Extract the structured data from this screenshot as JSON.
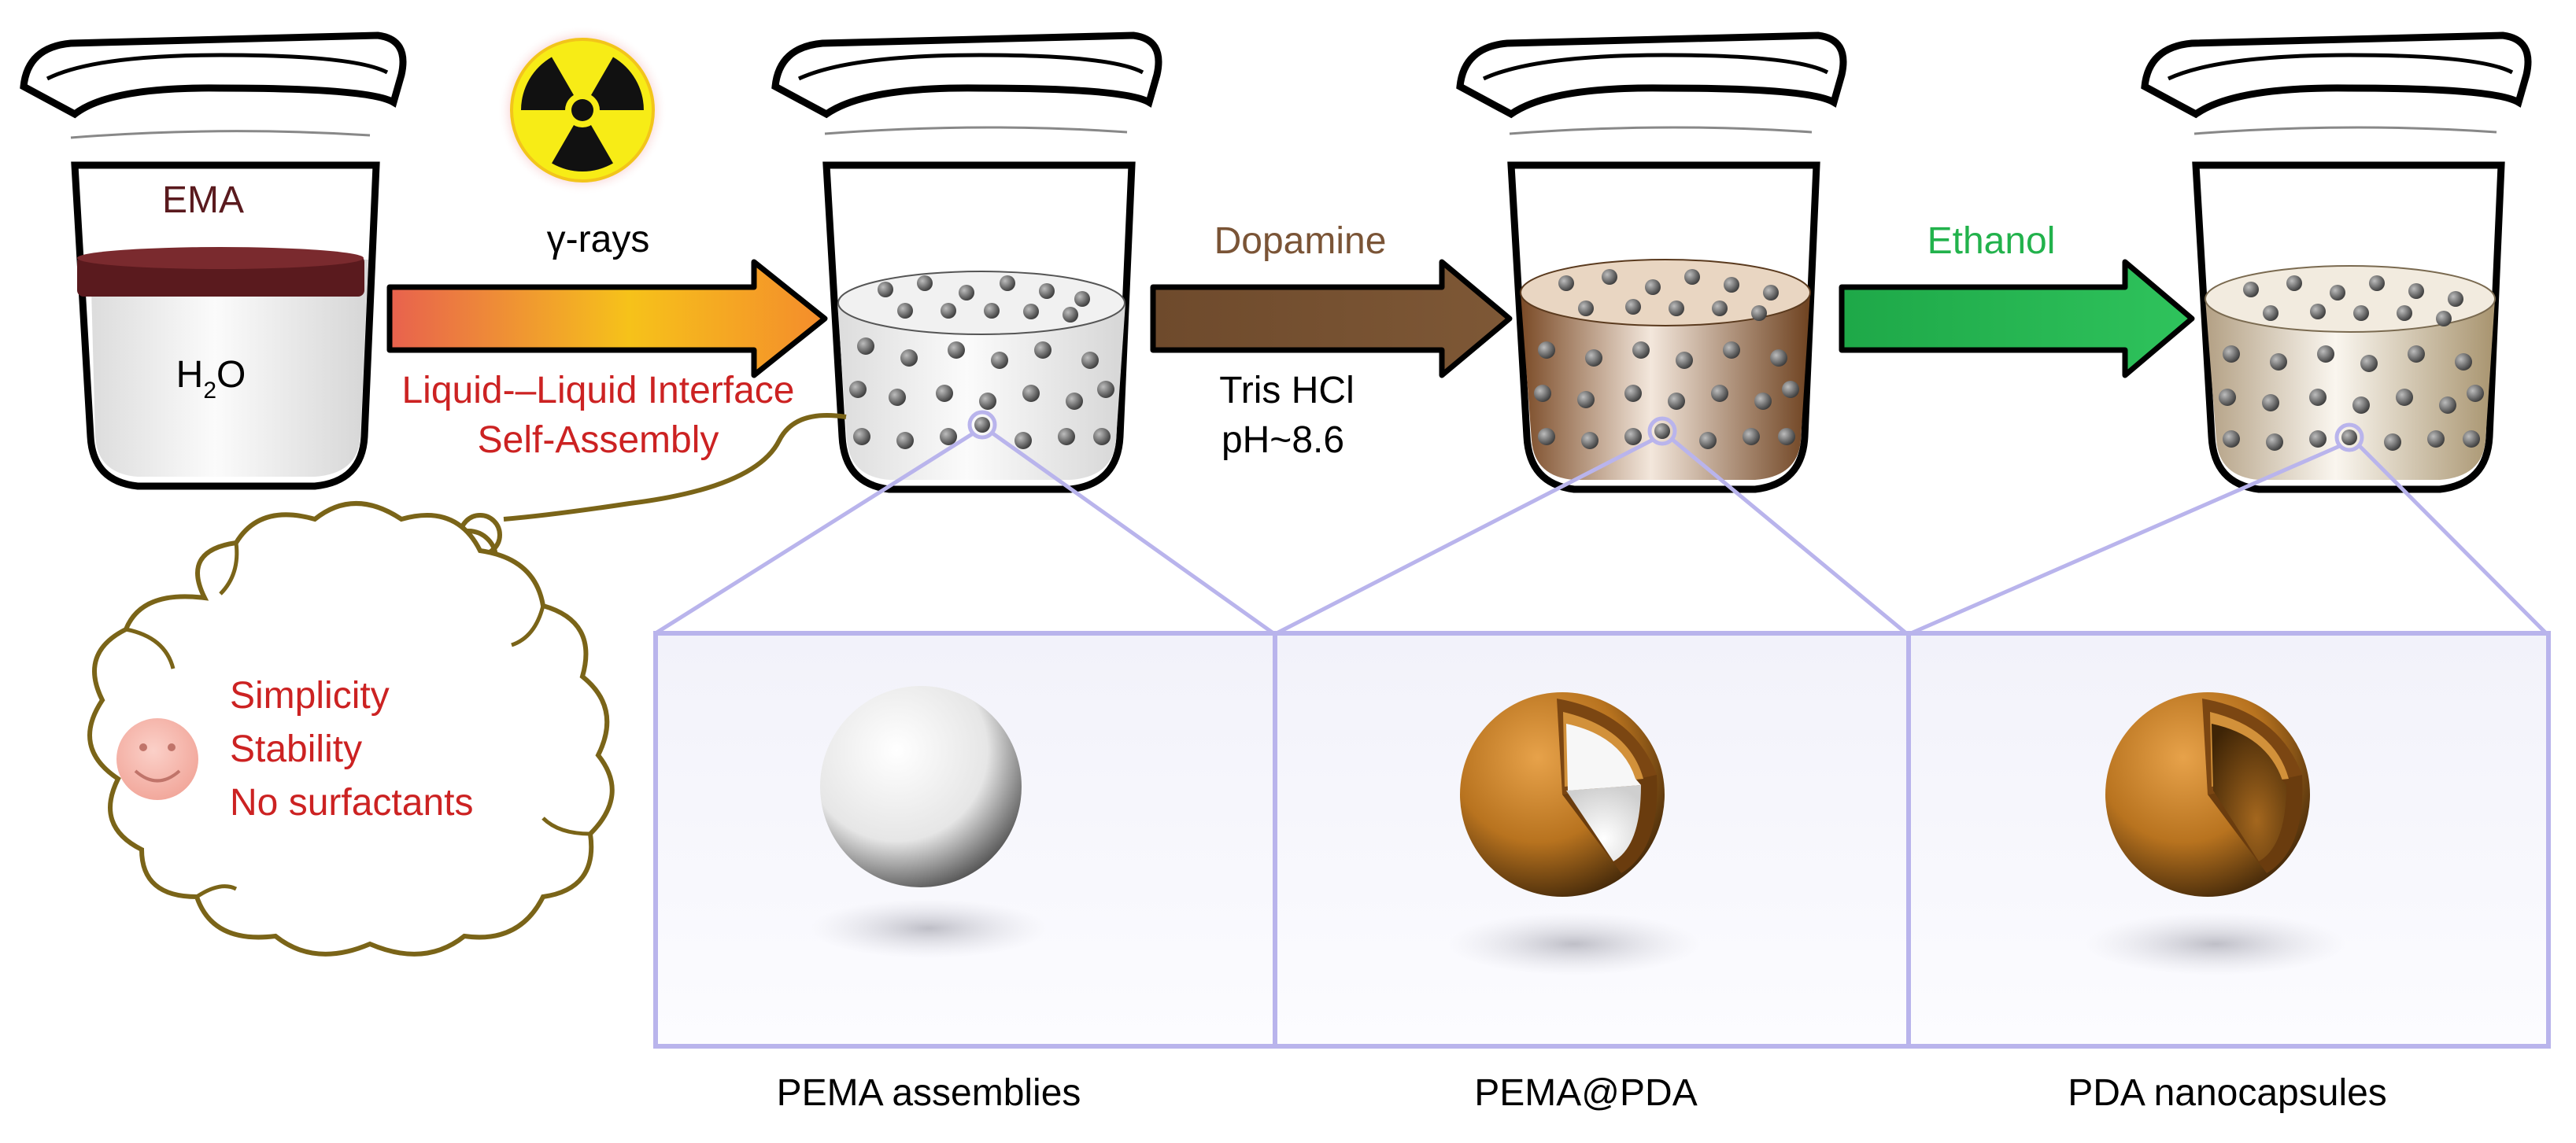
{
  "beaker1": {
    "top_label": "EMA",
    "bottom_label_main": "H",
    "bottom_label_sub": "2",
    "bottom_label_end": "O"
  },
  "step1": {
    "label": "γ-rays",
    "caption_line1": "Liquid-–Liquid Interface",
    "caption_line2": "Self-Assembly"
  },
  "step2": {
    "label": "Dopamine",
    "caption_line1": "Tris HCl",
    "caption_line2": "pH~8.6"
  },
  "step3": {
    "label": "Ethanol"
  },
  "thought_cloud": {
    "items": [
      "Simplicity",
      "Stability",
      "No surfactants"
    ]
  },
  "panels": [
    {
      "caption": "PEMA assemblies"
    },
    {
      "caption": "PEMA@PDA"
    },
    {
      "caption": "PDA nanocapsules"
    }
  ],
  "colors": {
    "ema_layer": "#5a1a1e",
    "caption_red": "#cc2222",
    "dopamine_brown": "#7a5436",
    "ethanol_green": "#22b24c",
    "panel_border": "#b9b4ec",
    "shell_brown": "#b8731f"
  }
}
